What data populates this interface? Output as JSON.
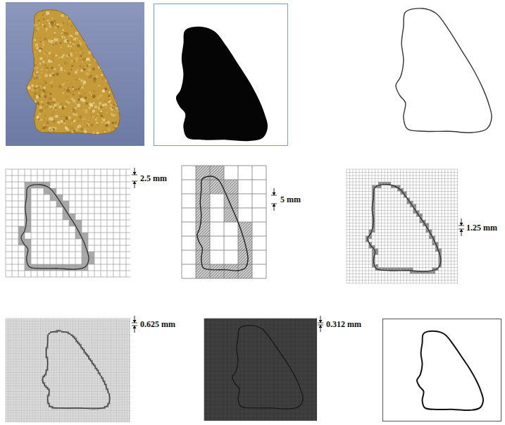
{
  "diagram": {
    "labels": [
      "2.5 mm",
      "5 mm",
      "1.25 mm",
      "0.625 mm",
      "0.312 mm"
    ]
  }
}
